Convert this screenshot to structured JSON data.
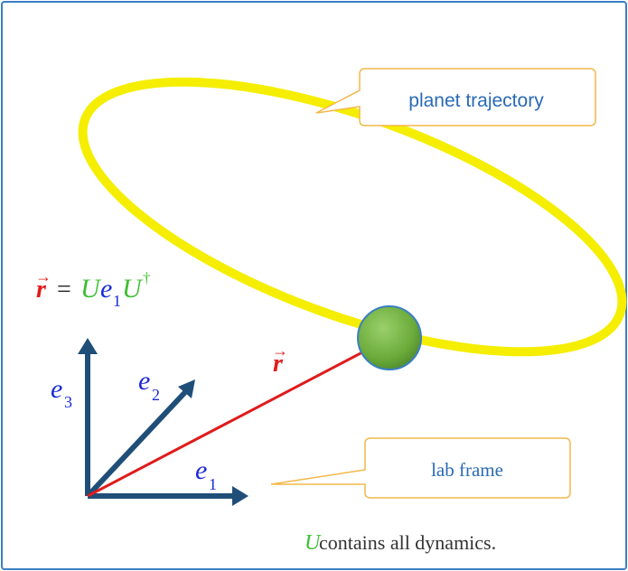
{
  "callouts": {
    "trajectory_label": "planet trajectory",
    "frame_label": "lab frame"
  },
  "equation": {
    "r_symbol": "r",
    "equals": "=",
    "U": "U",
    "e": "e",
    "e_sub": "1",
    "U2": "U",
    "dagger": "†"
  },
  "vectors": {
    "e1": "e",
    "e1_sub": "1",
    "e2": "e",
    "e2_sub": "2",
    "e3": "e",
    "e3_sub": "3",
    "r": "r"
  },
  "caption": {
    "U": "U",
    "text": " contains all dynamics."
  },
  "colors": {
    "border": "#3a7fc4",
    "trajectory": "#f5ee00",
    "callout_border": "#f2b84a",
    "callout_fill": "#ffffff",
    "axes": "#1f4e79",
    "r_vector": "#e01b1b",
    "planet": "#6aaa3a",
    "U_green": "#3cbf2f",
    "e_blue": "#1a2ad8",
    "r_red": "#e31b1b"
  }
}
